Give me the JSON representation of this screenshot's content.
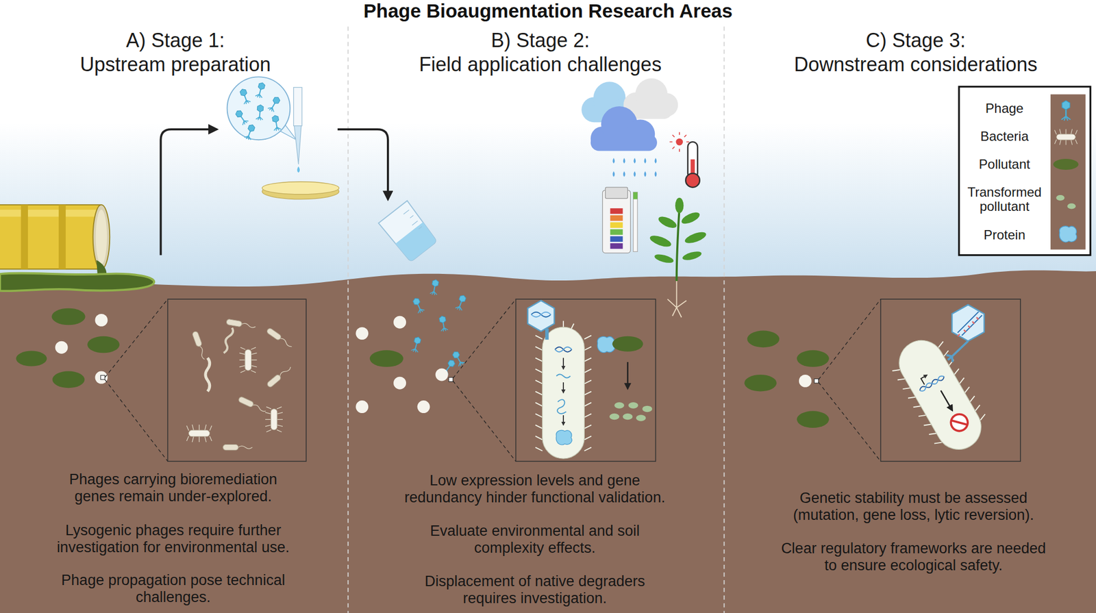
{
  "diagram": {
    "title": "Phage Bioaugmentation Research Areas",
    "nodes": [
      {
        "text": [
          "A) Stage 1: Upstream preparation",
          "Phages carrying bioremediation genes remain under-explored.",
          "Lysogenic phages require further investigation for environmental use.",
          "Phage propagation pose technical challenges."
        ]
      },
      {
        "text": [
          "B) Stage 2: Field application challenges",
          "Low expression levels and gene redundancy hinder functional validation.",
          "Evaluate environmental and soil complexity effects.",
          "Displacement of native degraders requires investigation."
        ]
      },
      {
        "text": [
          "C) Stage 3: Downstream considerations",
          "Genetic stability must be assessed (mutation, gene loss, lytic reversion).",
          "Clear regulatory frameworks are needed to ensure ecological safety."
        ]
      }
    ],
    "legend": [
      {
        "text": "Phage"
      },
      {
        "text": "Bacteria"
      },
      {
        "text": "Pollutant",
        "color": "#56702e"
      },
      {
        "text": "Transformed pollutant"
      },
      {
        "text": "Protein"
      }
    ]
  }
}
